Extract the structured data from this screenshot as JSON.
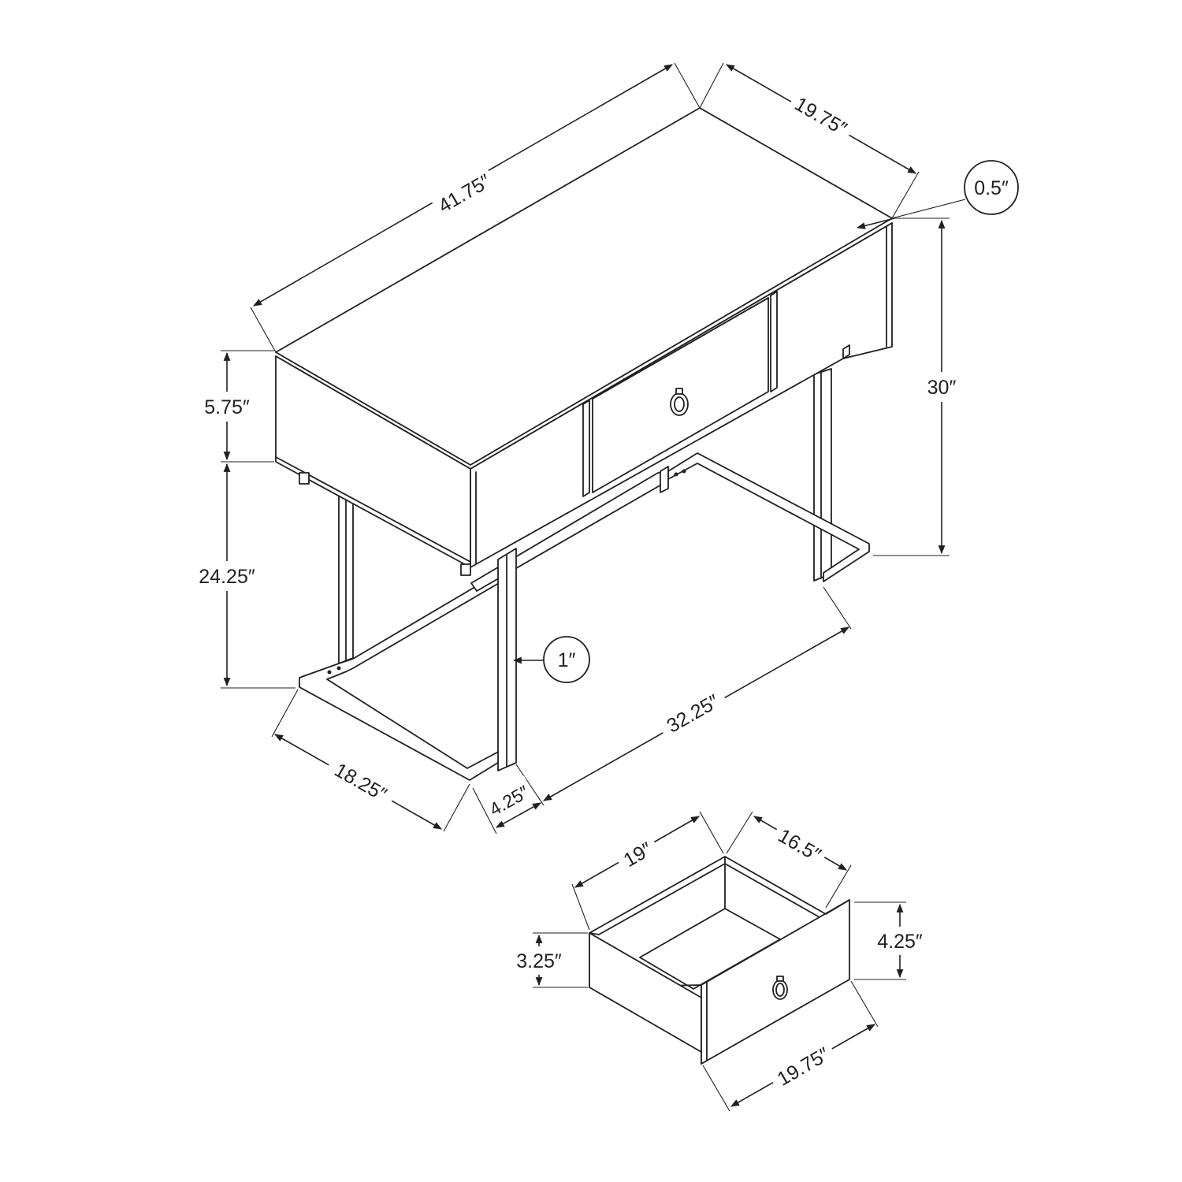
{
  "colors": {
    "line": "#231f20",
    "background": "#ffffff"
  },
  "icons": {
    "drawer_pull": "ring-pull-icon",
    "callout": "circle-callout-icon"
  },
  "console": {
    "width": "41.75″",
    "depth": "19.75″",
    "top_thickness": "0.5″",
    "height": "30″",
    "apron_height": "5.75″",
    "leg_clearance": "24.25″",
    "tube_width": "1″",
    "base_span": "32.25″",
    "base_depth": "18.25″",
    "base_offset": "4.25″"
  },
  "drawer": {
    "interior_width": "19″",
    "interior_depth": "16.5″",
    "side_height": "3.25″",
    "front_height": "4.25″",
    "front_width": "19.75″"
  }
}
